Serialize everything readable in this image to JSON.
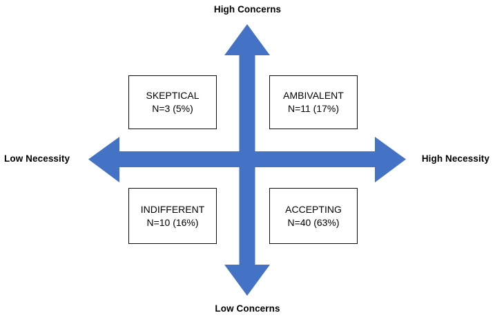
{
  "diagram": {
    "type": "two-by-two-quadrant",
    "background_color": "#ffffff",
    "arrow_color": "#4472C4",
    "box_border_color": "#0a0a0a",
    "axes": {
      "vertical": {
        "name": "Concerns",
        "high_label": "High Concerns",
        "low_label": "Low Concerns"
      },
      "horizontal": {
        "name": "Necessity",
        "low_label": "Low Necessity",
        "high_label": "High Necessity"
      }
    },
    "quadrants": [
      {
        "id": "skeptical",
        "title": "SKEPTICAL",
        "count_label": "N=3 (5%)",
        "n": 3,
        "percent": 5,
        "position": "top-left",
        "necessity": "low",
        "concerns": "high"
      },
      {
        "id": "ambivalent",
        "title": "AMBIVALENT",
        "count_label": "N=11 (17%)",
        "n": 11,
        "percent": 17,
        "position": "top-right",
        "necessity": "high",
        "concerns": "high"
      },
      {
        "id": "indifferent",
        "title": "INDIFFERENT",
        "count_label": "N=10 (16%)",
        "n": 10,
        "percent": 16,
        "position": "bottom-left",
        "necessity": "low",
        "concerns": "low"
      },
      {
        "id": "accepting",
        "title": "ACCEPTING",
        "count_label": "N=40 (63%)",
        "n": 40,
        "percent": 63,
        "position": "bottom-right",
        "necessity": "high",
        "concerns": "low"
      }
    ],
    "icons": {
      "up_arrow": "arrow-up-icon",
      "down_arrow": "arrow-down-icon",
      "left_arrow": "arrow-left-icon",
      "right_arrow": "arrow-right-icon"
    }
  }
}
